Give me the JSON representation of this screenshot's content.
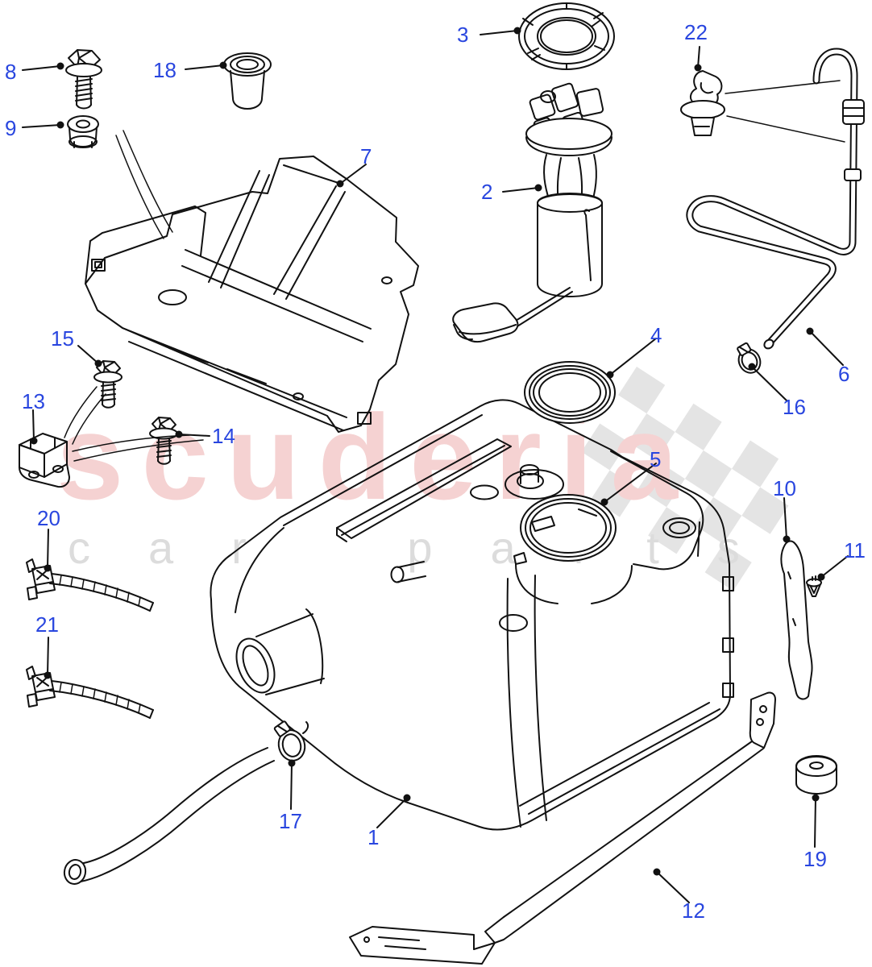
{
  "diagram": {
    "type": "exploded-parts-diagram",
    "subject": "fuel-tank-assembly",
    "background_color": "#ffffff",
    "line_color": "#111111",
    "callout_color": "#2946df",
    "watermark": {
      "title": "scuderia",
      "subtitle": "car parts",
      "title_color": "#f5d2d2",
      "subtitle_color": "#dcdcdc",
      "checker_color": "#e4e4e4"
    },
    "callouts": [
      {
        "label": "1"
      },
      {
        "label": "2"
      },
      {
        "label": "3"
      },
      {
        "label": "4"
      },
      {
        "label": "5"
      },
      {
        "label": "6"
      },
      {
        "label": "7"
      },
      {
        "label": "8"
      },
      {
        "label": "9"
      },
      {
        "label": "10"
      },
      {
        "label": "11"
      },
      {
        "label": "12"
      },
      {
        "label": "13"
      },
      {
        "label": "14"
      },
      {
        "label": "15"
      },
      {
        "label": "16"
      },
      {
        "label": "17"
      },
      {
        "label": "18"
      },
      {
        "label": "19"
      },
      {
        "label": "20"
      },
      {
        "label": "21"
      },
      {
        "label": "22"
      }
    ]
  }
}
